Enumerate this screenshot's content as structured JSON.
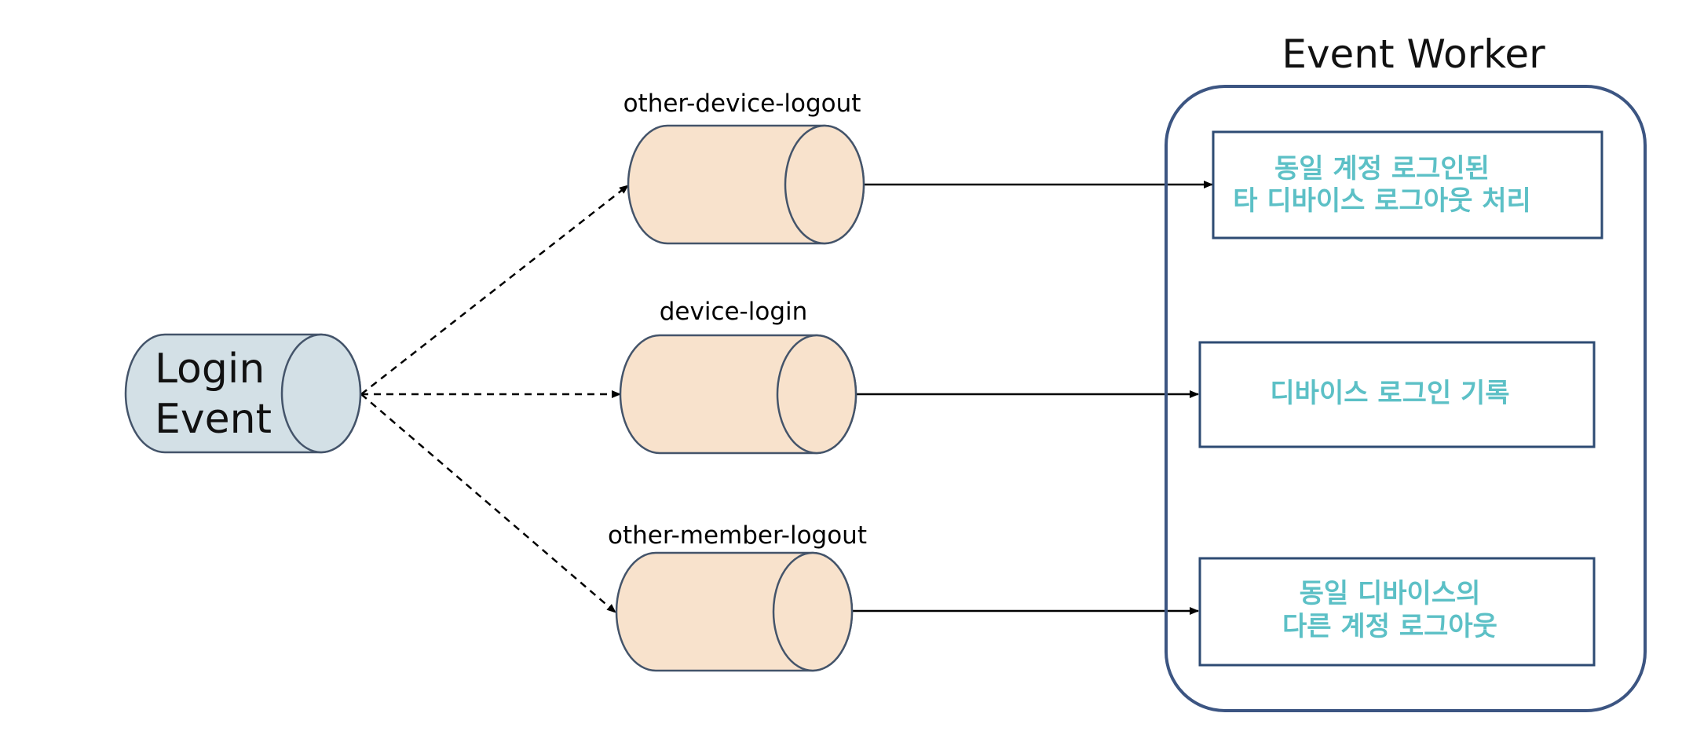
{
  "source": {
    "line1": "Login",
    "line2": "Event"
  },
  "topics": [
    {
      "label": "other-device-logout"
    },
    {
      "label": "device-login"
    },
    {
      "label": "other-member-logout"
    }
  ],
  "worker": {
    "title": "Event Worker",
    "handlers": [
      {
        "line1": "동일 계정 로그인된",
        "line2": "타 디바이스 로그아웃 처리"
      },
      {
        "line1": "디바이스 로그인 기록"
      },
      {
        "line1": "동일 디바이스의",
        "line2": "다른 계정 로그아웃"
      }
    ]
  },
  "colors": {
    "source_fill": "#d3e0e6",
    "topic_fill": "#f8e2cc",
    "outline": "#44546a",
    "worker_border": "#3c5582",
    "handler_text": "#5cc0c6",
    "handler_border": "#2e4b73"
  }
}
